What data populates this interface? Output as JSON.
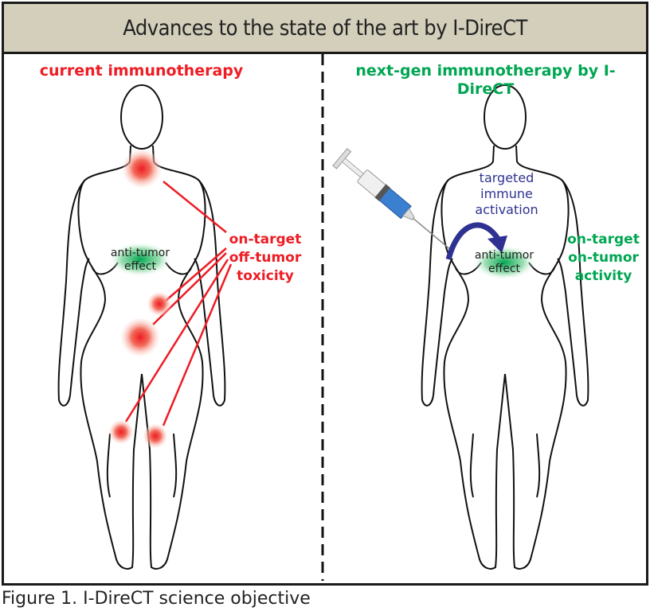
{
  "title": "Advances to the state of the art by I-DireCT",
  "left_panel": {
    "heading": "current immunotherapy",
    "tumor_label": [
      "anti-tumor",
      "effect"
    ],
    "toxicity_label": [
      "on-target",
      "off-tumor",
      "toxicity"
    ]
  },
  "right_panel": {
    "heading": "next-gen immunotherapy by I-DireCT",
    "activation_label": [
      "targeted",
      "immune",
      "activation"
    ],
    "tumor_label": [
      "anti-tumor",
      "effect"
    ],
    "activity_label": [
      "on-target",
      "on-tumor",
      "activity"
    ]
  },
  "caption": "Figure 1. I-DireCT science objective",
  "colors": {
    "red": "#ee1c24",
    "green": "#00a651",
    "blue": "#2e3192",
    "title_bg": "#d3cfbb"
  }
}
